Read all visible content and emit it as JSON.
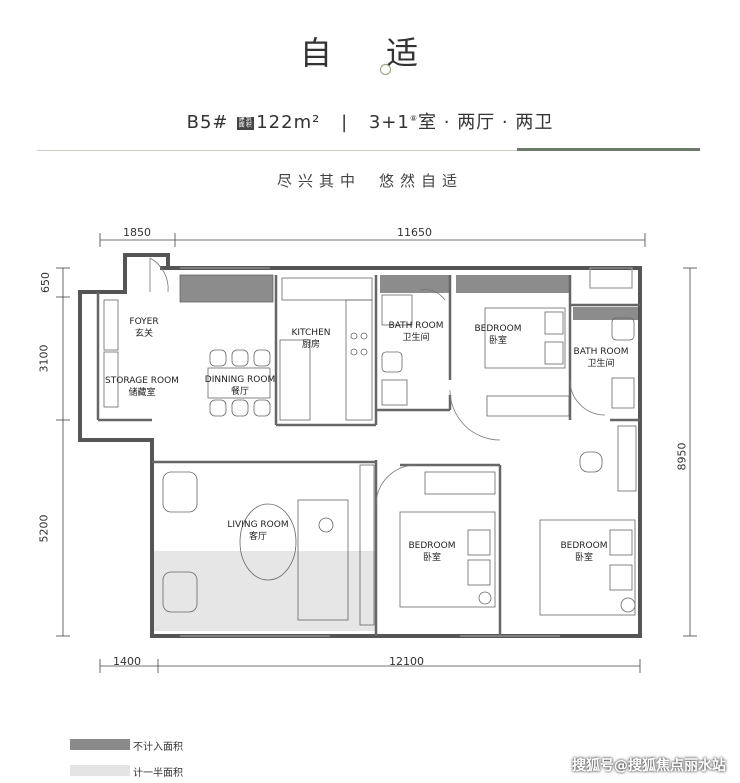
{
  "header": {
    "title": "自 适",
    "unit_code": "B5#",
    "badge_text": "建筑面积",
    "area": "122m²",
    "separator": "|",
    "layout_prefix": "3+1",
    "layout_circled": "⑧",
    "layout_suffix": "室 · 两厅 · 两卫",
    "slogan_part1": "尽兴其中",
    "slogan_part2": "悠然自适"
  },
  "dimensions": {
    "top_left": "1850",
    "top_right": "11650",
    "left_top": "650",
    "left_mid": "3100",
    "left_bottom": "5200",
    "right": "8950",
    "bottom_left": "1400",
    "bottom_right": "12100"
  },
  "rooms": {
    "foyer_en": "FOYER",
    "foyer_cn": "玄关",
    "storage_en": "STORAGE ROOM",
    "storage_cn": "储藏室",
    "dining_en": "DINNING ROOM",
    "dining_cn": "餐厅",
    "kitchen_en": "KITCHEN",
    "kitchen_cn": "厨房",
    "bath1_en": "BATH ROOM",
    "bath1_cn": "卫生间",
    "bedroom1_en": "BEDROOM",
    "bedroom1_cn": "卧室",
    "bath2_en": "BATH ROOM",
    "bath2_cn": "卫生间",
    "living_en": "LIVING ROOM",
    "living_cn": "客厅",
    "bedroom2_en": "BEDROOM",
    "bedroom2_cn": "卧室",
    "bedroom3_en": "BEDROOM",
    "bedroom3_cn": "卧室"
  },
  "legend": [
    {
      "label": "不计入面积",
      "color": "#8a8a8a"
    },
    {
      "label": "计一半面积",
      "color": "#e4e4e4"
    }
  ],
  "watermark": "搜狐号@搜狐焦点丽水站"
}
